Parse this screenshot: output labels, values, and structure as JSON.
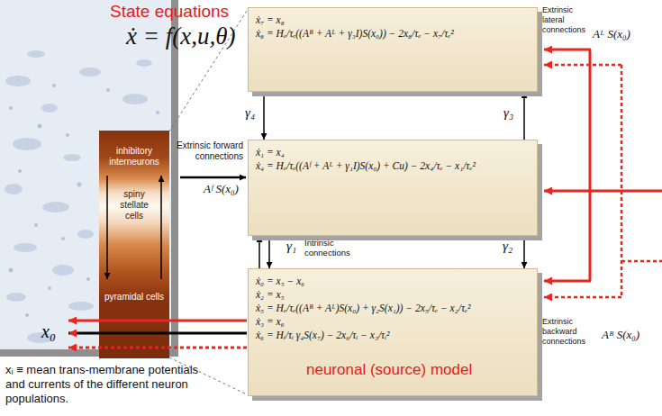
{
  "diagram": {
    "title": "State equations",
    "caption": "neuronal (source) model",
    "nodes": [
      {
        "text": [
          "inhibitory interneurons"
        ]
      },
      {
        "text": [
          "spiny stellate cells"
        ]
      },
      {
        "text": [
          "pyramidal cells"
        ]
      },
      {
        "text": [
          "ẋ₇ = x₈",
          "ẋ₈ = Hₑ/τₑ((Aᴮ + Aᴸ + γ₃I)S(x₀)) − 2x₈/τₑ − x₇/τₑ²"
        ]
      },
      {
        "text": [
          "ẋ₁ = x₄",
          "ẋ₄ = Hₑ/τₑ((Aᶠ + Aᴸ + γ₁I)S(x₀) + Cu) − 2x₄/τₑ − x₁/τₑ²"
        ]
      },
      {
        "text": [
          "ẋ₀ = x₅ − x₆",
          "ẋ₂ = x₅",
          "ẋ₅ = Hₑ/τₑ((Aᴮ + Aᴸ)S(x₀) + γ₂S(x₁)) − 2x₅/τₑ − x₂/τₑ²",
          "ẋ₃ = x₆",
          "ẋ₆ = Hᵢ/τᵢ γ₄S(x₇) − 2x₆/τᵢ − x₃/τᵢ²"
        ]
      }
    ],
    "edges": [
      {
        "from": 0,
        "to": 2,
        "arrow": "to"
      },
      {
        "from": 2,
        "to": 0,
        "arrow": "to"
      },
      {
        "from": 3,
        "to": 4,
        "arrow": "to",
        "label": "γ₄"
      },
      {
        "from": 4,
        "to": 3,
        "arrow": "to",
        "label": "γ₃"
      },
      {
        "from": 5,
        "to": 4,
        "arrow": "to",
        "label": "γ₁"
      },
      {
        "from": 4,
        "to": 5,
        "arrow": "to"
      },
      {
        "from": 4,
        "to": 5,
        "arrow": "to",
        "label": "γ₂"
      }
    ],
    "labels": [
      "ẋ = f(x,u,θ)",
      "Extrinsic forward connections",
      "Aᶠ S(x₀)",
      "Extrinsic lateral connections",
      "Aᴸ S(x₀)",
      "Extrinsic backward connections",
      "Aᴮ S(x₀)",
      "Intrinsic connections",
      "x₀",
      "xᵢ ≡ mean trans-membrane potentials and currents of the different neuron populations."
    ]
  }
}
